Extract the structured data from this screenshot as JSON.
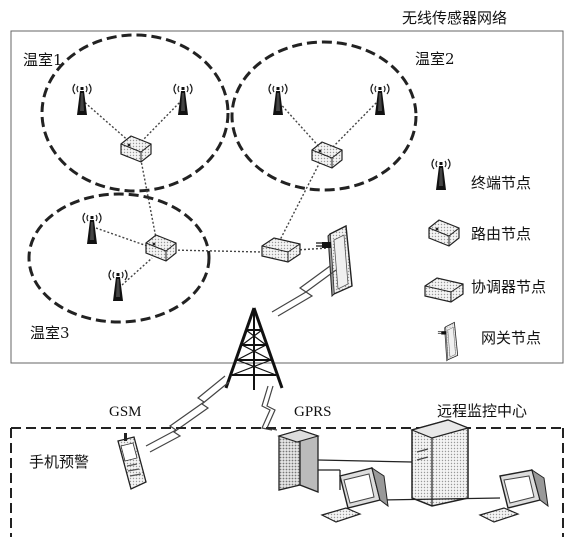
{
  "diagram": {
    "wsn_title": "无线传感器网络",
    "greenhouses": [
      {
        "label": "温室1"
      },
      {
        "label": "温室2"
      },
      {
        "label": "温室3"
      }
    ],
    "legend": [
      {
        "label": "终端节点",
        "icon": "end-node-icon"
      },
      {
        "label": "路由节点",
        "icon": "router-node-icon"
      },
      {
        "label": "协调器节点",
        "icon": "coordinator-node-icon"
      },
      {
        "label": "网关节点",
        "icon": "gateway-node-icon"
      }
    ],
    "links": {
      "gsm": "GSM",
      "gprs": "GPRS"
    },
    "phone_alert": "手机预警",
    "monitor_center": "远程监控中心"
  }
}
